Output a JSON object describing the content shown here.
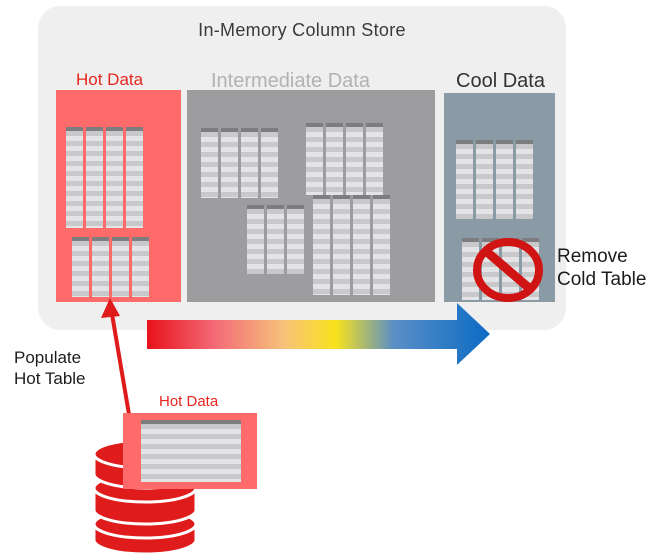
{
  "title": "In-Memory Column Store",
  "zones": {
    "hot": "Hot Data",
    "intermediate": "Intermediate Data",
    "cool": "Cool Data"
  },
  "remove_label": [
    "Remove",
    "Cold Table"
  ],
  "populate_label": [
    "Populate",
    "Hot Table"
  ],
  "hot_data_box_label": "Hot Data",
  "colors": {
    "hot": "#ff6a6a",
    "hot_text": "#e8261d",
    "intermediate": "#9d9d9f",
    "cool": "#8a9ba5",
    "gradient": [
      "#e8121b",
      "#f9e21c",
      "#0b6bc4"
    ]
  },
  "icons": [
    "prohibited-icon",
    "database-icon",
    "arrow-icon"
  ]
}
